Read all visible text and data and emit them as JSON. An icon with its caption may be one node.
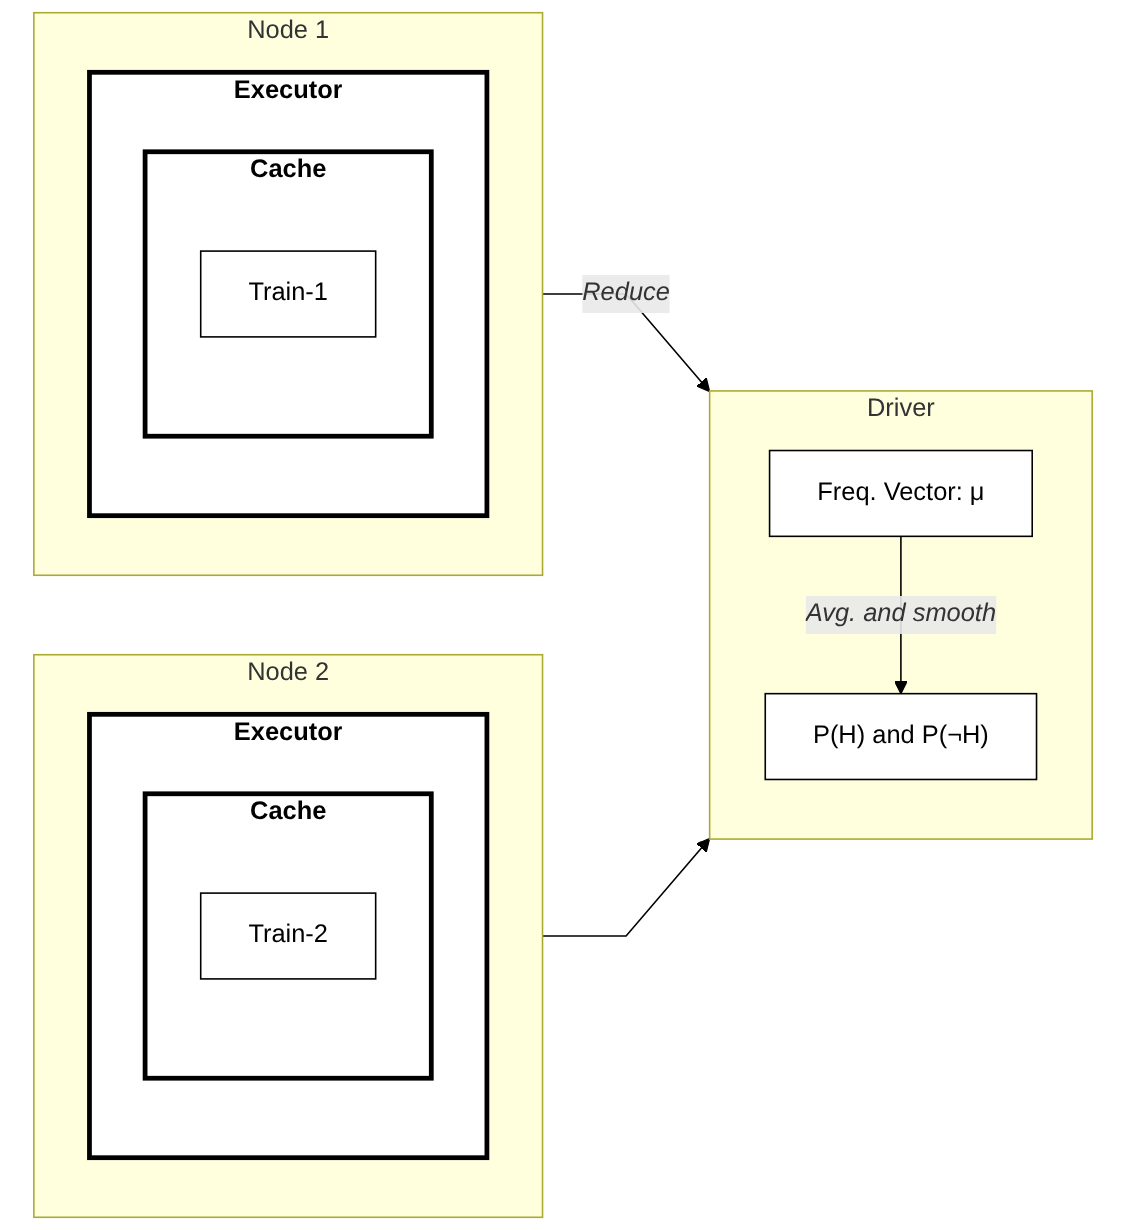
{
  "diagram": {
    "nodes": [
      {
        "text": [
          "Node 1"
        ]
      },
      {
        "text": [
          "Executor"
        ],
        "in": 0
      },
      {
        "text": [
          "Cache"
        ],
        "in": 1
      },
      {
        "text": [
          "Train-1"
        ],
        "in": 2
      },
      {
        "text": [
          "Node 2"
        ]
      },
      {
        "text": [
          "Executor"
        ],
        "in": 4
      },
      {
        "text": [
          "Cache"
        ],
        "in": 5
      },
      {
        "text": [
          "Train-2"
        ],
        "in": 6
      },
      {
        "text": [
          "Driver"
        ]
      },
      {
        "text": [
          "Freq. Vector: μ"
        ],
        "in": 8
      },
      {
        "text": [
          "P(H) and P(¬H)"
        ],
        "in": 8
      }
    ],
    "edges": [
      {
        "from": 0,
        "to": 8,
        "arrow": "to",
        "label": "Reduce"
      },
      {
        "from": 4,
        "to": 8,
        "arrow": "to"
      },
      {
        "from": 9,
        "to": 10,
        "arrow": "to",
        "label": "Avg. and smooth"
      }
    ]
  }
}
